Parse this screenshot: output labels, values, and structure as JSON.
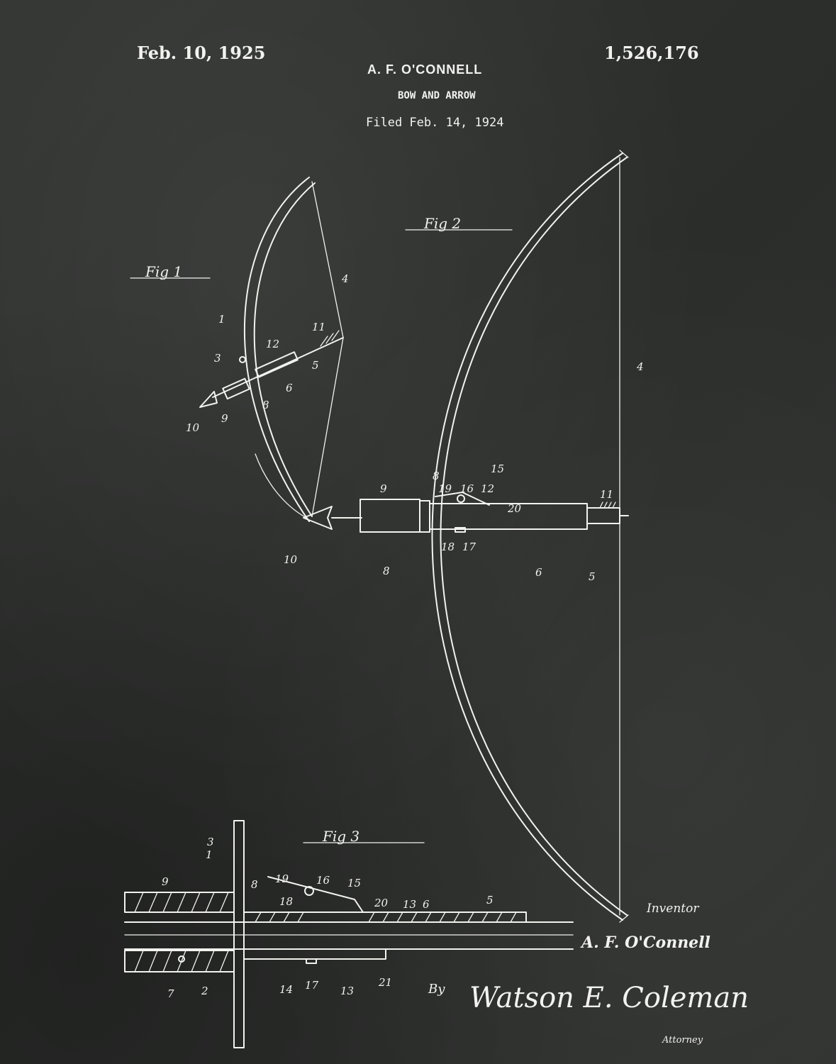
{
  "header": {
    "date_issued": "Feb. 10, 1925",
    "patent_number": "1,526,176",
    "inventor": "A. F. O'CONNELL",
    "title": "BOW AND ARROW",
    "filed": "Filed Feb. 14, 1924"
  },
  "figures": {
    "fig1": {
      "caption": "Fig 1",
      "labels": [
        "1",
        "3",
        "4",
        "5",
        "6",
        "8",
        "9",
        "10",
        "11",
        "12"
      ]
    },
    "fig2": {
      "caption": "Fig 2",
      "labels": [
        "4",
        "5",
        "6",
        "8",
        "8",
        "9",
        "10",
        "11",
        "12",
        "15",
        "16",
        "17",
        "18",
        "19",
        "20"
      ]
    },
    "fig3": {
      "caption": "Fig 3",
      "labels": [
        "1",
        "2",
        "3",
        "5",
        "6",
        "7",
        "8",
        "9",
        "13",
        "13",
        "14",
        "15",
        "16",
        "17",
        "18",
        "19",
        "20",
        "21"
      ]
    }
  },
  "signature_block": {
    "inventor_label": "Inventor",
    "inventor_signature": "A. F. O'Connell",
    "by_label": "By",
    "attorney_signature": "Watson E. Coleman",
    "attorney_label": "Attorney"
  },
  "colors": {
    "background": "#2e302e",
    "ink": "#f2f2ee"
  }
}
